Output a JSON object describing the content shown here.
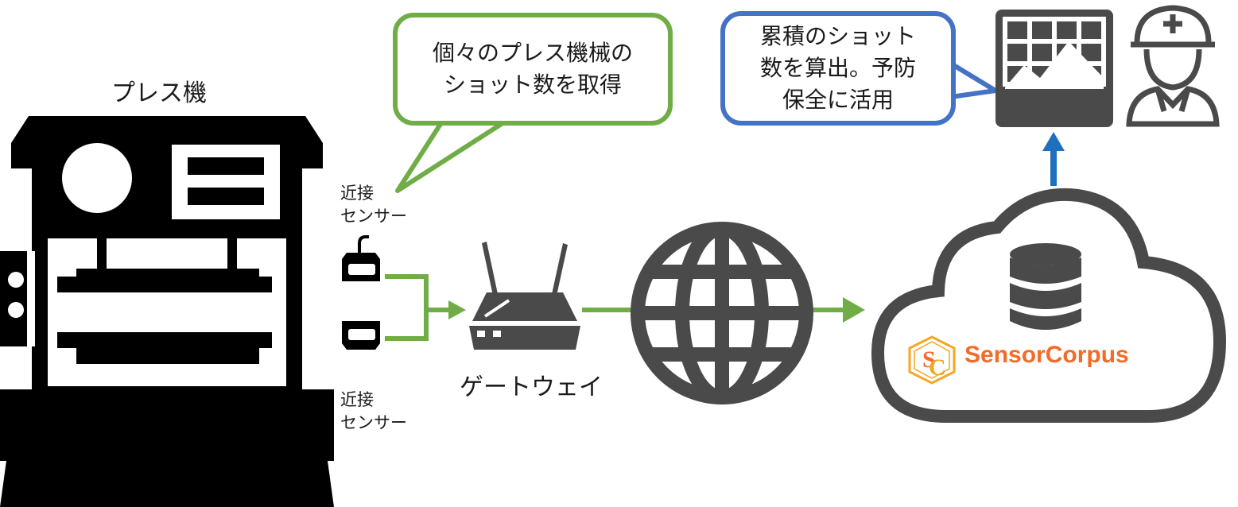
{
  "press": {
    "label": "プレス機",
    "color": "#000000"
  },
  "sensors": {
    "top_label": "近接\nセンサー",
    "bottom_label": "近接\nセンサー"
  },
  "gateway": {
    "label": "ゲートウェイ"
  },
  "callout_green": {
    "line1": "個々のプレス機械の",
    "line2": "ショット数を取得",
    "border_color": "#70ad47"
  },
  "callout_blue": {
    "line1": "累積のショット",
    "line2": "数を算出。予防",
    "line3": "保全に活用",
    "border_color": "#4472c4"
  },
  "cloud": {
    "brand": "SensorCorpus",
    "brand_mark": "SC",
    "brand_color": "#f26b29",
    "mark_color": "#f5a623"
  },
  "colors": {
    "connector": "#70ad47",
    "upload_arrow": "#1f6fbf",
    "icon": "#4a4a4a"
  },
  "icons": [
    "press-machine-icon",
    "proximity-sensor-icon",
    "router-icon",
    "globe-icon",
    "cloud-icon",
    "database-icon",
    "dashboard-chart-icon",
    "engineer-icon"
  ]
}
